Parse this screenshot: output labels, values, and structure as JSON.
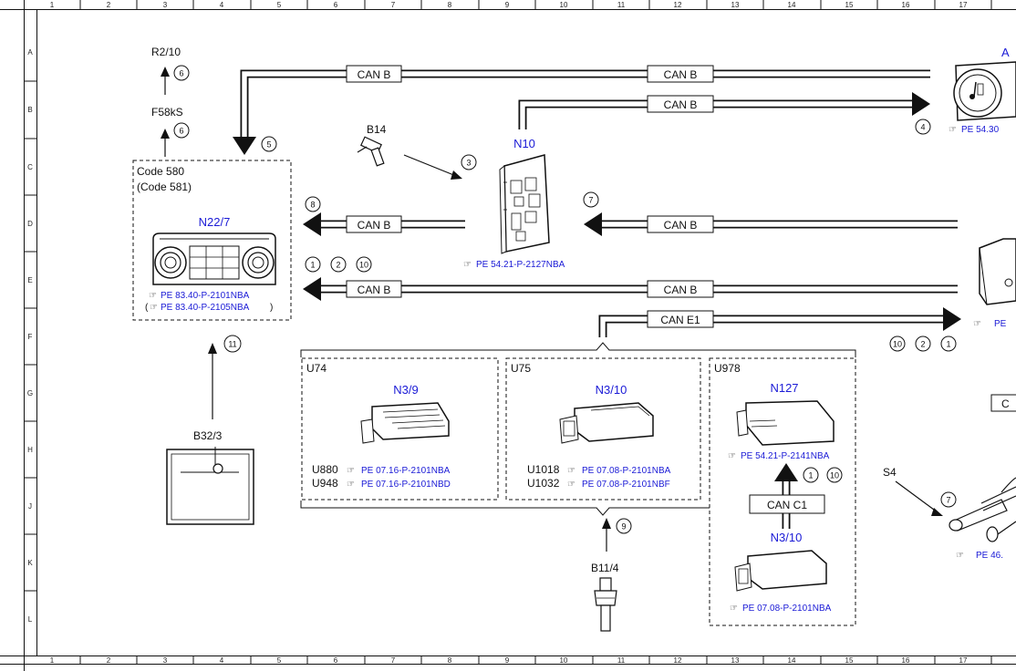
{
  "grid": {
    "cols": [
      "1",
      "2",
      "3",
      "4",
      "5",
      "6",
      "7",
      "8",
      "9",
      "10",
      "11",
      "12",
      "13",
      "14",
      "15",
      "16",
      "17"
    ],
    "rows": [
      "A",
      "B",
      "C",
      "D",
      "E",
      "F",
      "G",
      "H",
      "J",
      "K",
      "L"
    ]
  },
  "components": {
    "r2_10": "R2/10",
    "f58ks": "F58kS",
    "b14": "B14",
    "n10": "N10",
    "n22_7": "N22/7",
    "a_partial": "A",
    "b32_3": "B32/3",
    "u74": "U74",
    "u75": "U75",
    "u978": "U978",
    "n3_9": "N3/9",
    "n3_10": "N3/10",
    "n127": "N127",
    "n3_10b": "N3/10",
    "b11_4": "B11/4",
    "s4": "S4",
    "c_partial": "C"
  },
  "codes": {
    "code580": "Code 580",
    "code581": "(Code 581)",
    "u880": "U880",
    "u948": "U948",
    "u1018": "U1018",
    "u1032": "U1032"
  },
  "refs": {
    "n10": "PE 54.21-P-2127NBA",
    "n22_7a": "PE 83.40-P-2101NBA",
    "n22_7b": "PE 83.40-P-2105NBA",
    "n22_7b_close": ")",
    "n22_7b_open": "(",
    "u880": "PE 07.16-P-2101NBA",
    "u948": "PE 07.16-P-2101NBD",
    "u1018": "PE 07.08-P-2101NBA",
    "u1032": "PE 07.08-P-2101NBF",
    "n127": "PE 54.21-P-2141NBA",
    "n3_10b": "PE 07.08-P-2101NBA",
    "cluster_partial": "PE 54.30",
    "right_partial": "PE",
    "s4_partial": "PE 46."
  },
  "buses": {
    "can_b": "CAN B",
    "can_e1": "CAN E1",
    "can_c1": "CAN C1"
  },
  "circles": {
    "r2_10": "6",
    "f58ks": "6",
    "n22_top": "5",
    "b14": "3",
    "cluster": "4",
    "n10_right": "7",
    "n22_left": "8",
    "e_row_1": "1",
    "e_row_2": "2",
    "e_row_3": "10",
    "b32": "11",
    "e1_1": "10",
    "e1_2": "2",
    "e1_3": "1",
    "n127_1": "1",
    "n127_2": "10",
    "b11": "9",
    "s4": "7"
  },
  "colors": {
    "line": "#111111",
    "ref_text": "#1a1ad6",
    "background": "#ffffff"
  }
}
